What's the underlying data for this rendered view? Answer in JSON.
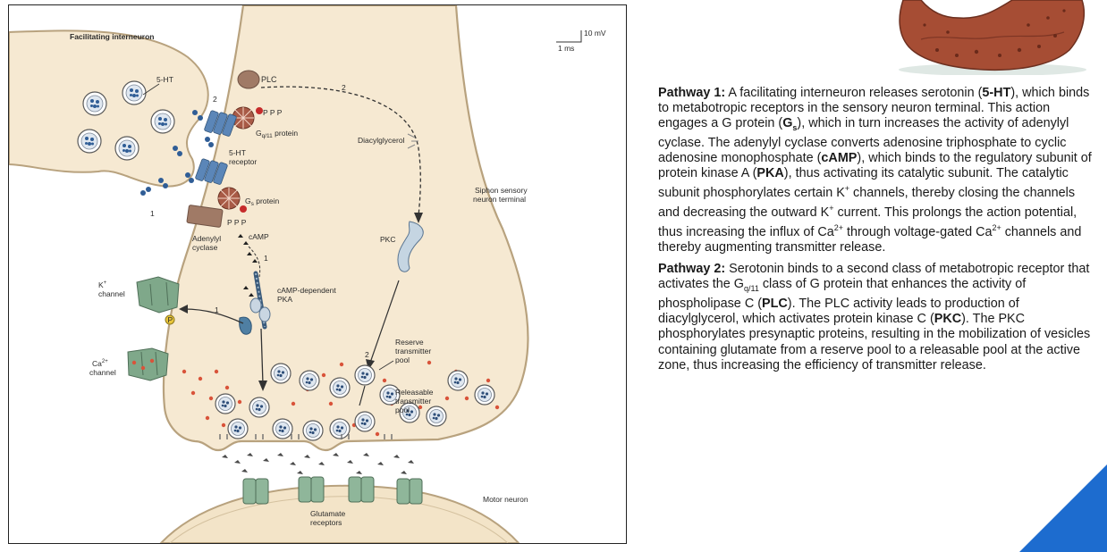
{
  "diagram": {
    "labels": {
      "facilitating_interneuron": "Facilitating interneuron",
      "scale_mv": "10 mV",
      "scale_ms": "1 ms",
      "five_ht": "5-HT",
      "plc": "PLC",
      "path2_top": "2",
      "path2_left": "2",
      "ppp_top": "P P P",
      "gq_protein": "G",
      "gq_sub": "q/11",
      "gq_suffix": " protein",
      "ht_receptor_1": "5-HT",
      "ht_receptor_2": "receptor",
      "diacylglycerol": "Diacylglycerol",
      "gs_protein": "G",
      "gs_sub": "s",
      "gs_suffix": " protein",
      "path1_left": "1",
      "ppp_bottom": "P P P",
      "adenylyl_1": "Adenylyl",
      "adenylyl_2": "cyclase",
      "camp": "cAMP",
      "path1_mid": "1",
      "siphon_1": "Siphon sensory",
      "siphon_2": "neuron terminal",
      "pkc": "PKC",
      "k_channel_1": "K",
      "k_channel_sup": "+",
      "k_channel_2": "channel",
      "pka_1": "cAMP-dependent",
      "pka_2": "PKA",
      "path1_k": "1",
      "p_marker": "P",
      "ca_channel_1": "Ca",
      "ca_channel_sup": "2+",
      "ca_channel_2": "channel",
      "path2_pool": "2",
      "reserve_1": "Reserve",
      "reserve_2": "transmitter",
      "reserve_3": "pool",
      "releasable_1": "Releasable",
      "releasable_2": "transmitter",
      "releasable_3": "pool",
      "glutamate_1": "Glutamate",
      "glutamate_2": "receptors",
      "motor_neuron": "Motor neuron"
    }
  },
  "text_panel": {
    "pathway1": {
      "title": "Pathway 1:",
      "t1": " A facilitating interneuron releases serotonin (",
      "b1": "5-HT",
      "t2": "), which binds to metabotropic receptors in the sensory neuron terminal. This action engages a G protein (",
      "b2": "G",
      "sub2": "s",
      "t3": "), which in turn increases the activity of adenylyl cyclase. The adenylyl cyclase converts adenosine triphosphate to cyclic adenosine monophosphate (",
      "b3": "cAMP",
      "t4": "), which binds to the regulatory subunit of protein kinase A (",
      "b4": "PKA",
      "t5": "), thus activating its catalytic subunit. The catalytic subunit phosphorylates certain K",
      "sup5": "+",
      "t6": " channels, thereby closing the channels and decreasing the outward K",
      "sup6": "+",
      "t7": " current. This prolongs the action potential, thus increasing the influx of Ca",
      "sup7": "2+",
      "t8": " through voltage-gated Ca",
      "sup8": "2+",
      "t9": " channels and thereby augmenting transmitter release."
    },
    "pathway2": {
      "title": "Pathway 2:",
      "t1": " Serotonin binds to a second class of metabotropic receptor that activates the G",
      "sub1": "q/11",
      "t2": " class of G protein that enhances the activity of phospholipase C (",
      "b2": "PLC",
      "t3": "). The PLC activity leads to production of diacylglycerol, which activates protein kinase C (",
      "b3": "PKC",
      "t4": "). The PKC phosphorylates presynaptic proteins, resulting in the mobilization of vesicles containing glutamate from a reserve pool to a releasable pool at the active zone, thus increasing the efficiency of transmitter release."
    }
  },
  "colors": {
    "neuron_fill": "#f6e9d2",
    "neuron_stroke": "#b8a27e",
    "receptor": "#5b86b8",
    "channel_green": "#7fa88a",
    "dots": "#d9533a",
    "accent_blue": "#1d6ccf"
  },
  "icons": {
    "sea_slug": "aplysia-illustration"
  }
}
